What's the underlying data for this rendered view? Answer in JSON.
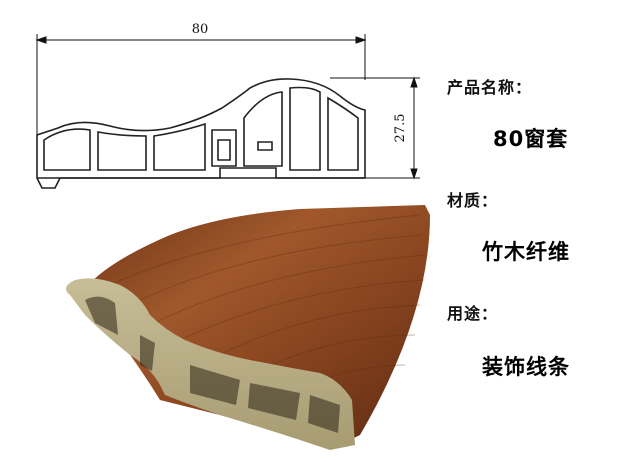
{
  "drawing": {
    "width_dim": "80",
    "height_dim": "27.5"
  },
  "specs": [
    {
      "label": "产品名称：",
      "value": "80窗套"
    },
    {
      "label": "材质：",
      "value": "竹木纤维"
    },
    {
      "label": "用途：",
      "value": "装饰线条"
    }
  ],
  "colors": {
    "wood_dark": "#7a3b1c",
    "wood_mid": "#9c5228",
    "core": "#b8ad86",
    "line": "#222222"
  }
}
